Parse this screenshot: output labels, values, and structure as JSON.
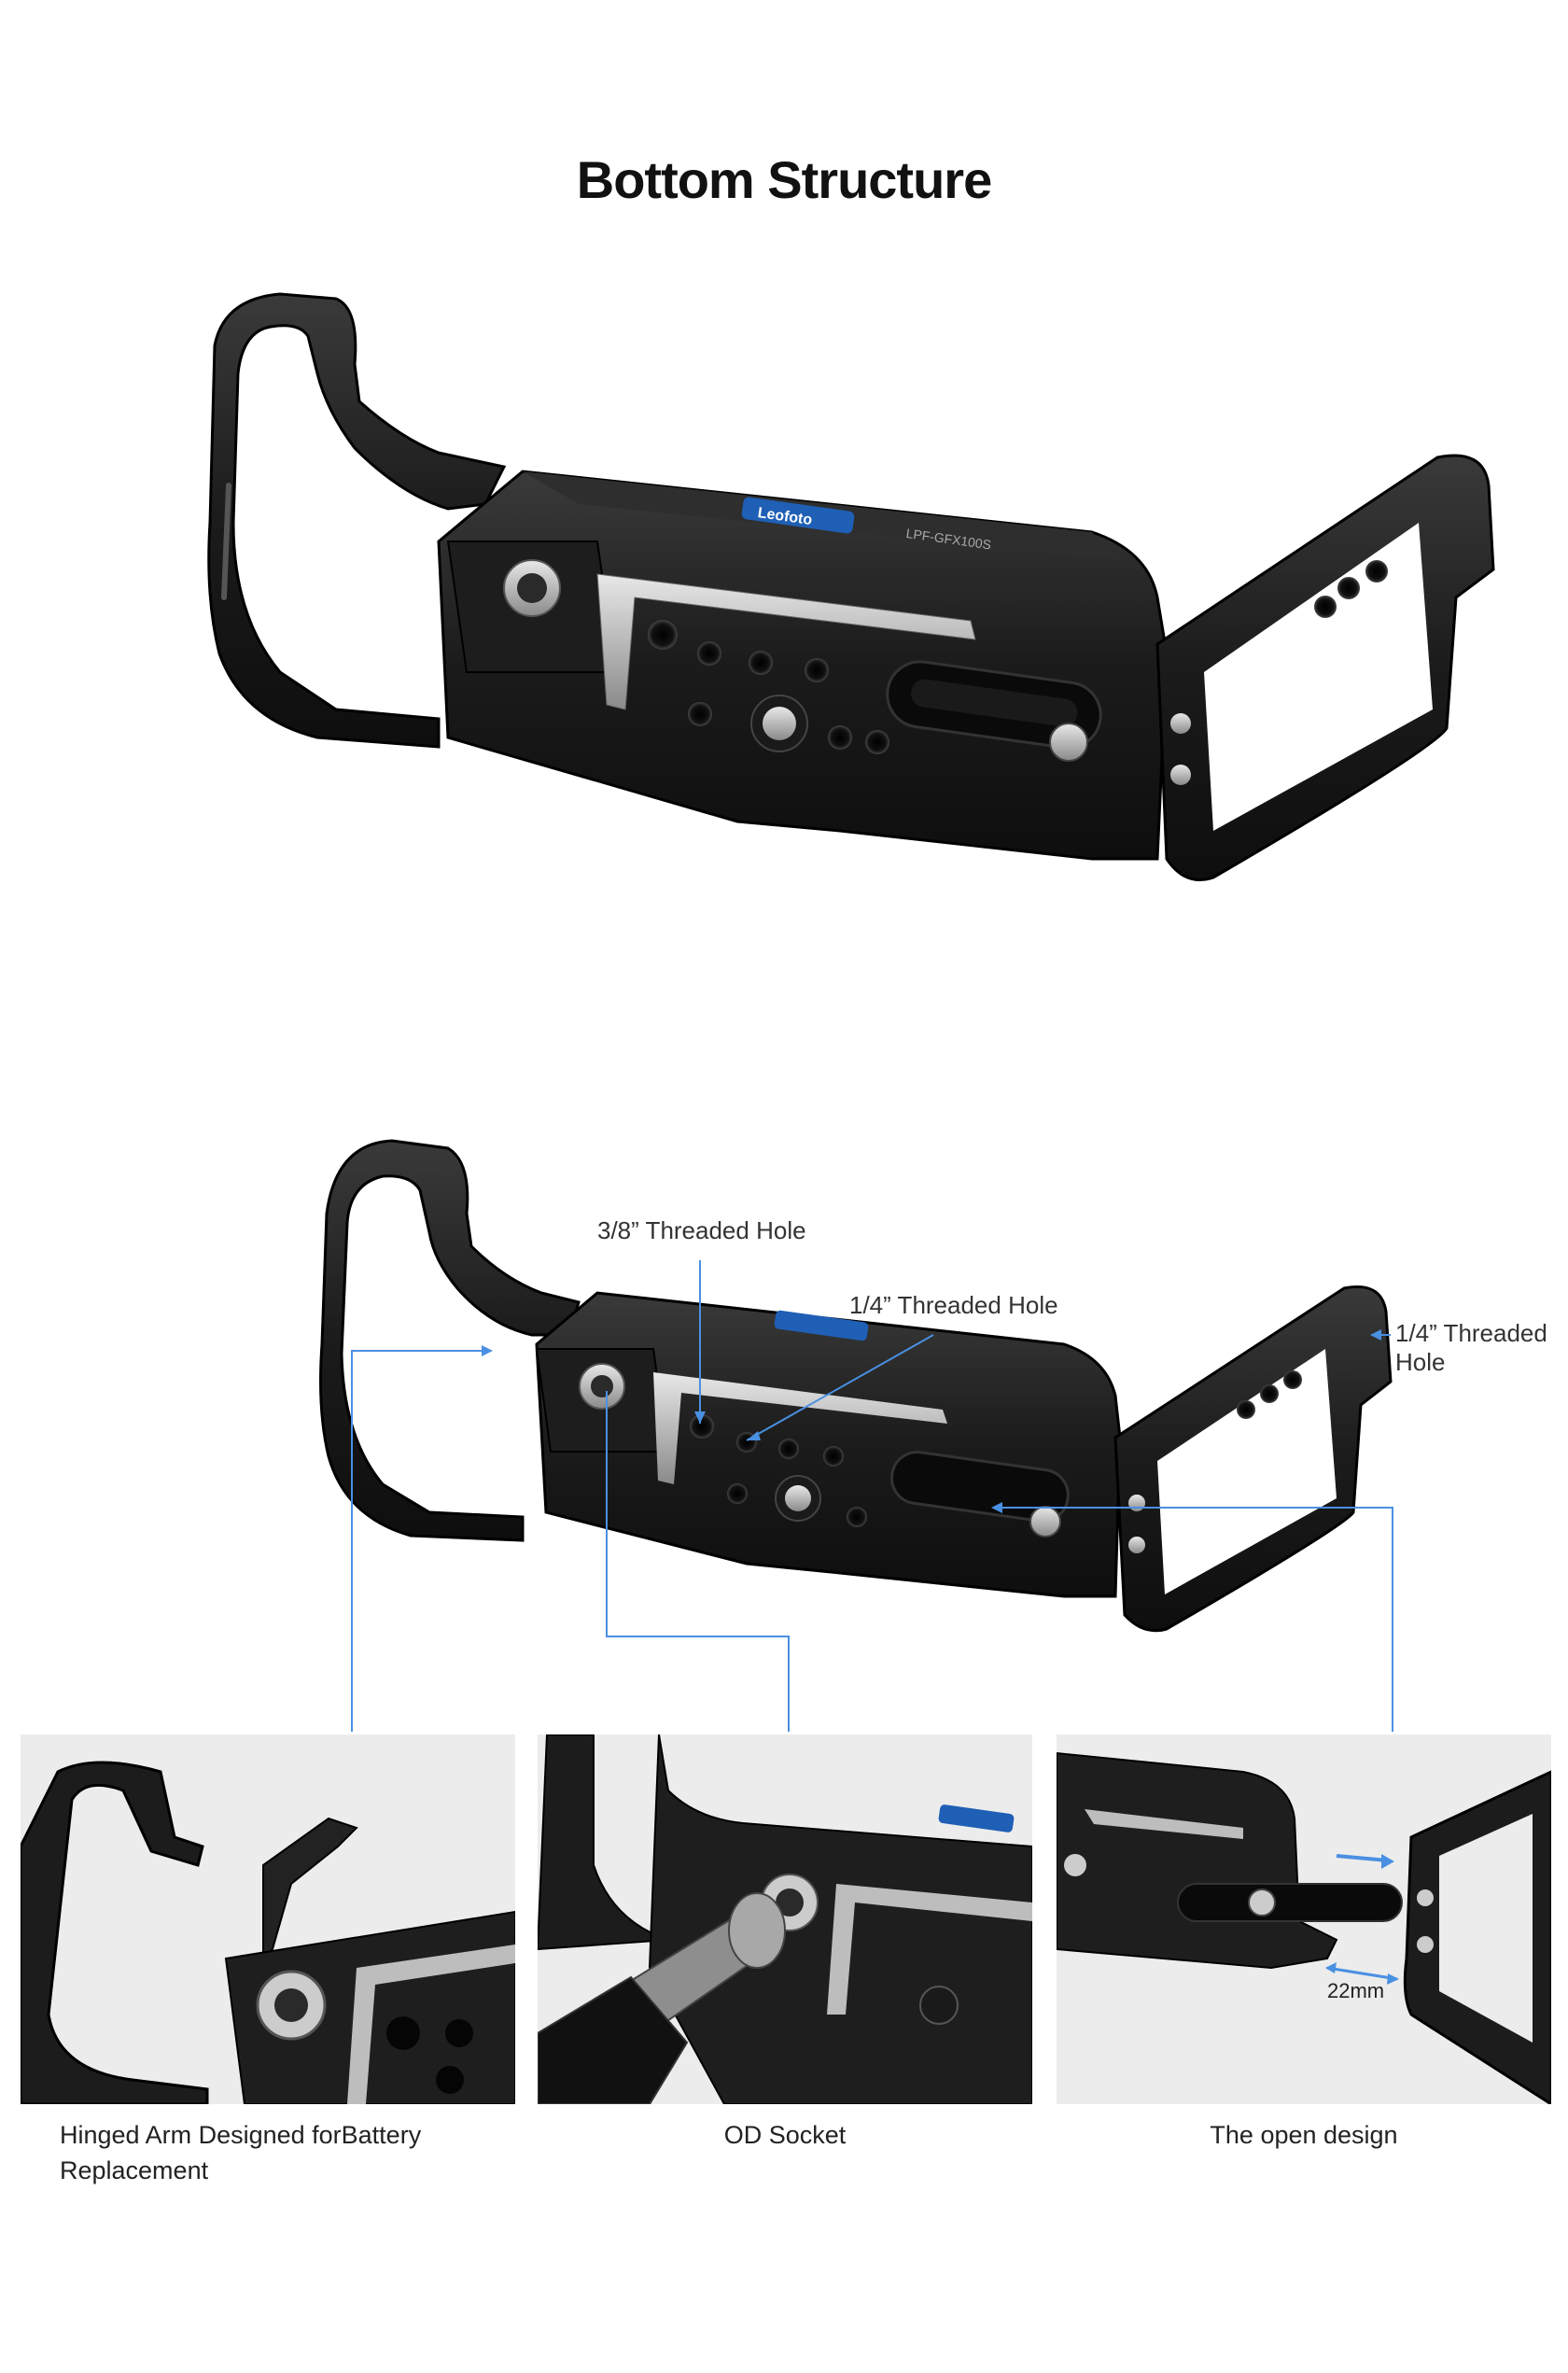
{
  "title": "Bottom Structure",
  "callouts": {
    "threaded_38": "3/8” Threaded Hole",
    "threaded_14_center": "1/4” Threaded Hole",
    "threaded_14_side": "1/4” Threaded Hole"
  },
  "product_marks": {
    "brand": "Leofoto",
    "model": "LPF-GFX100S"
  },
  "panels": [
    {
      "caption": "Hinged Arm Designed forBattery Replacement"
    },
    {
      "caption": "OD Socket"
    },
    {
      "caption": "The open design",
      "dimension": "22mm"
    }
  ],
  "colors": {
    "callout_line": "#4a90e2",
    "metal_dark": "#1c1c1c",
    "panel_bg": "#ececec",
    "silver": "#b8b8b8"
  }
}
